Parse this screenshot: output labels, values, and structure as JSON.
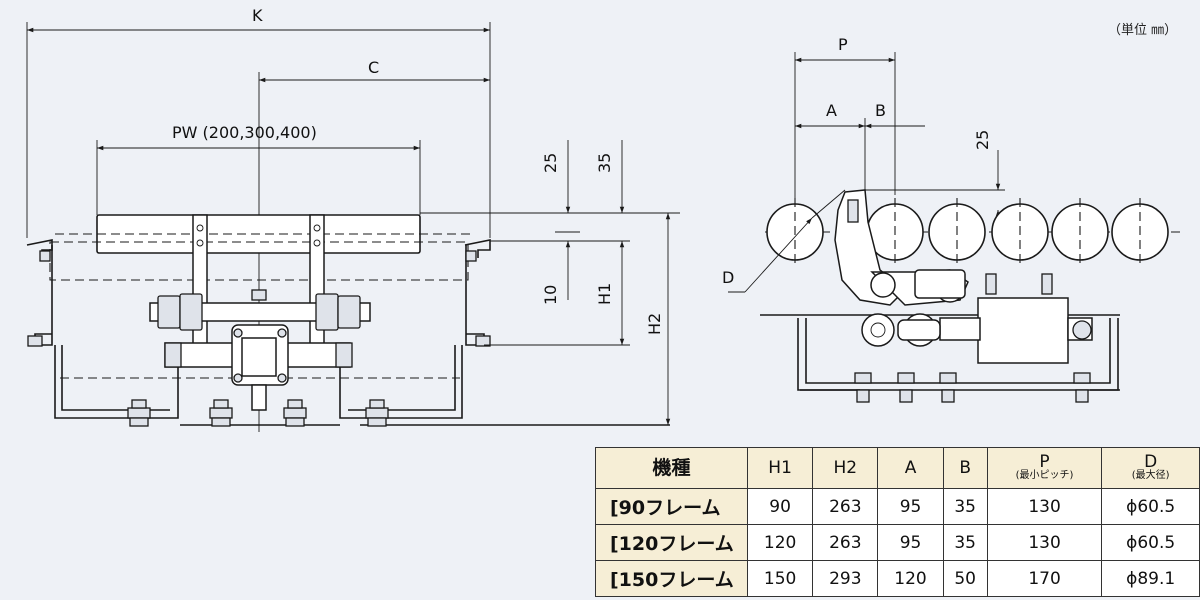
{
  "unit_note": "（単位 ㎜）",
  "dimension_labels": {
    "K": "K",
    "C": "C",
    "PW": "PW (200,300,400)",
    "d25_left": "25",
    "d35": "35",
    "d10": "10",
    "H1": "H1",
    "H2": "H2",
    "P": "P",
    "A": "A",
    "B": "B",
    "d25_right": "25",
    "D": "D"
  },
  "table": {
    "headers": [
      {
        "main": "機種",
        "sub": ""
      },
      {
        "main": "H1",
        "sub": ""
      },
      {
        "main": "H2",
        "sub": ""
      },
      {
        "main": "A",
        "sub": ""
      },
      {
        "main": "B",
        "sub": ""
      },
      {
        "main": "P",
        "sub": "(最小ピッチ)"
      },
      {
        "main": "D",
        "sub": "(最大径)"
      }
    ],
    "rows": [
      [
        "[90フレーム",
        "90",
        "263",
        "95",
        "35",
        "130",
        "ϕ60.5"
      ],
      [
        "[120フレーム",
        "120",
        "263",
        "95",
        "35",
        "130",
        "ϕ60.5"
      ],
      [
        "[150フレーム",
        "150",
        "293",
        "120",
        "50",
        "170",
        "ϕ89.1"
      ]
    ]
  }
}
